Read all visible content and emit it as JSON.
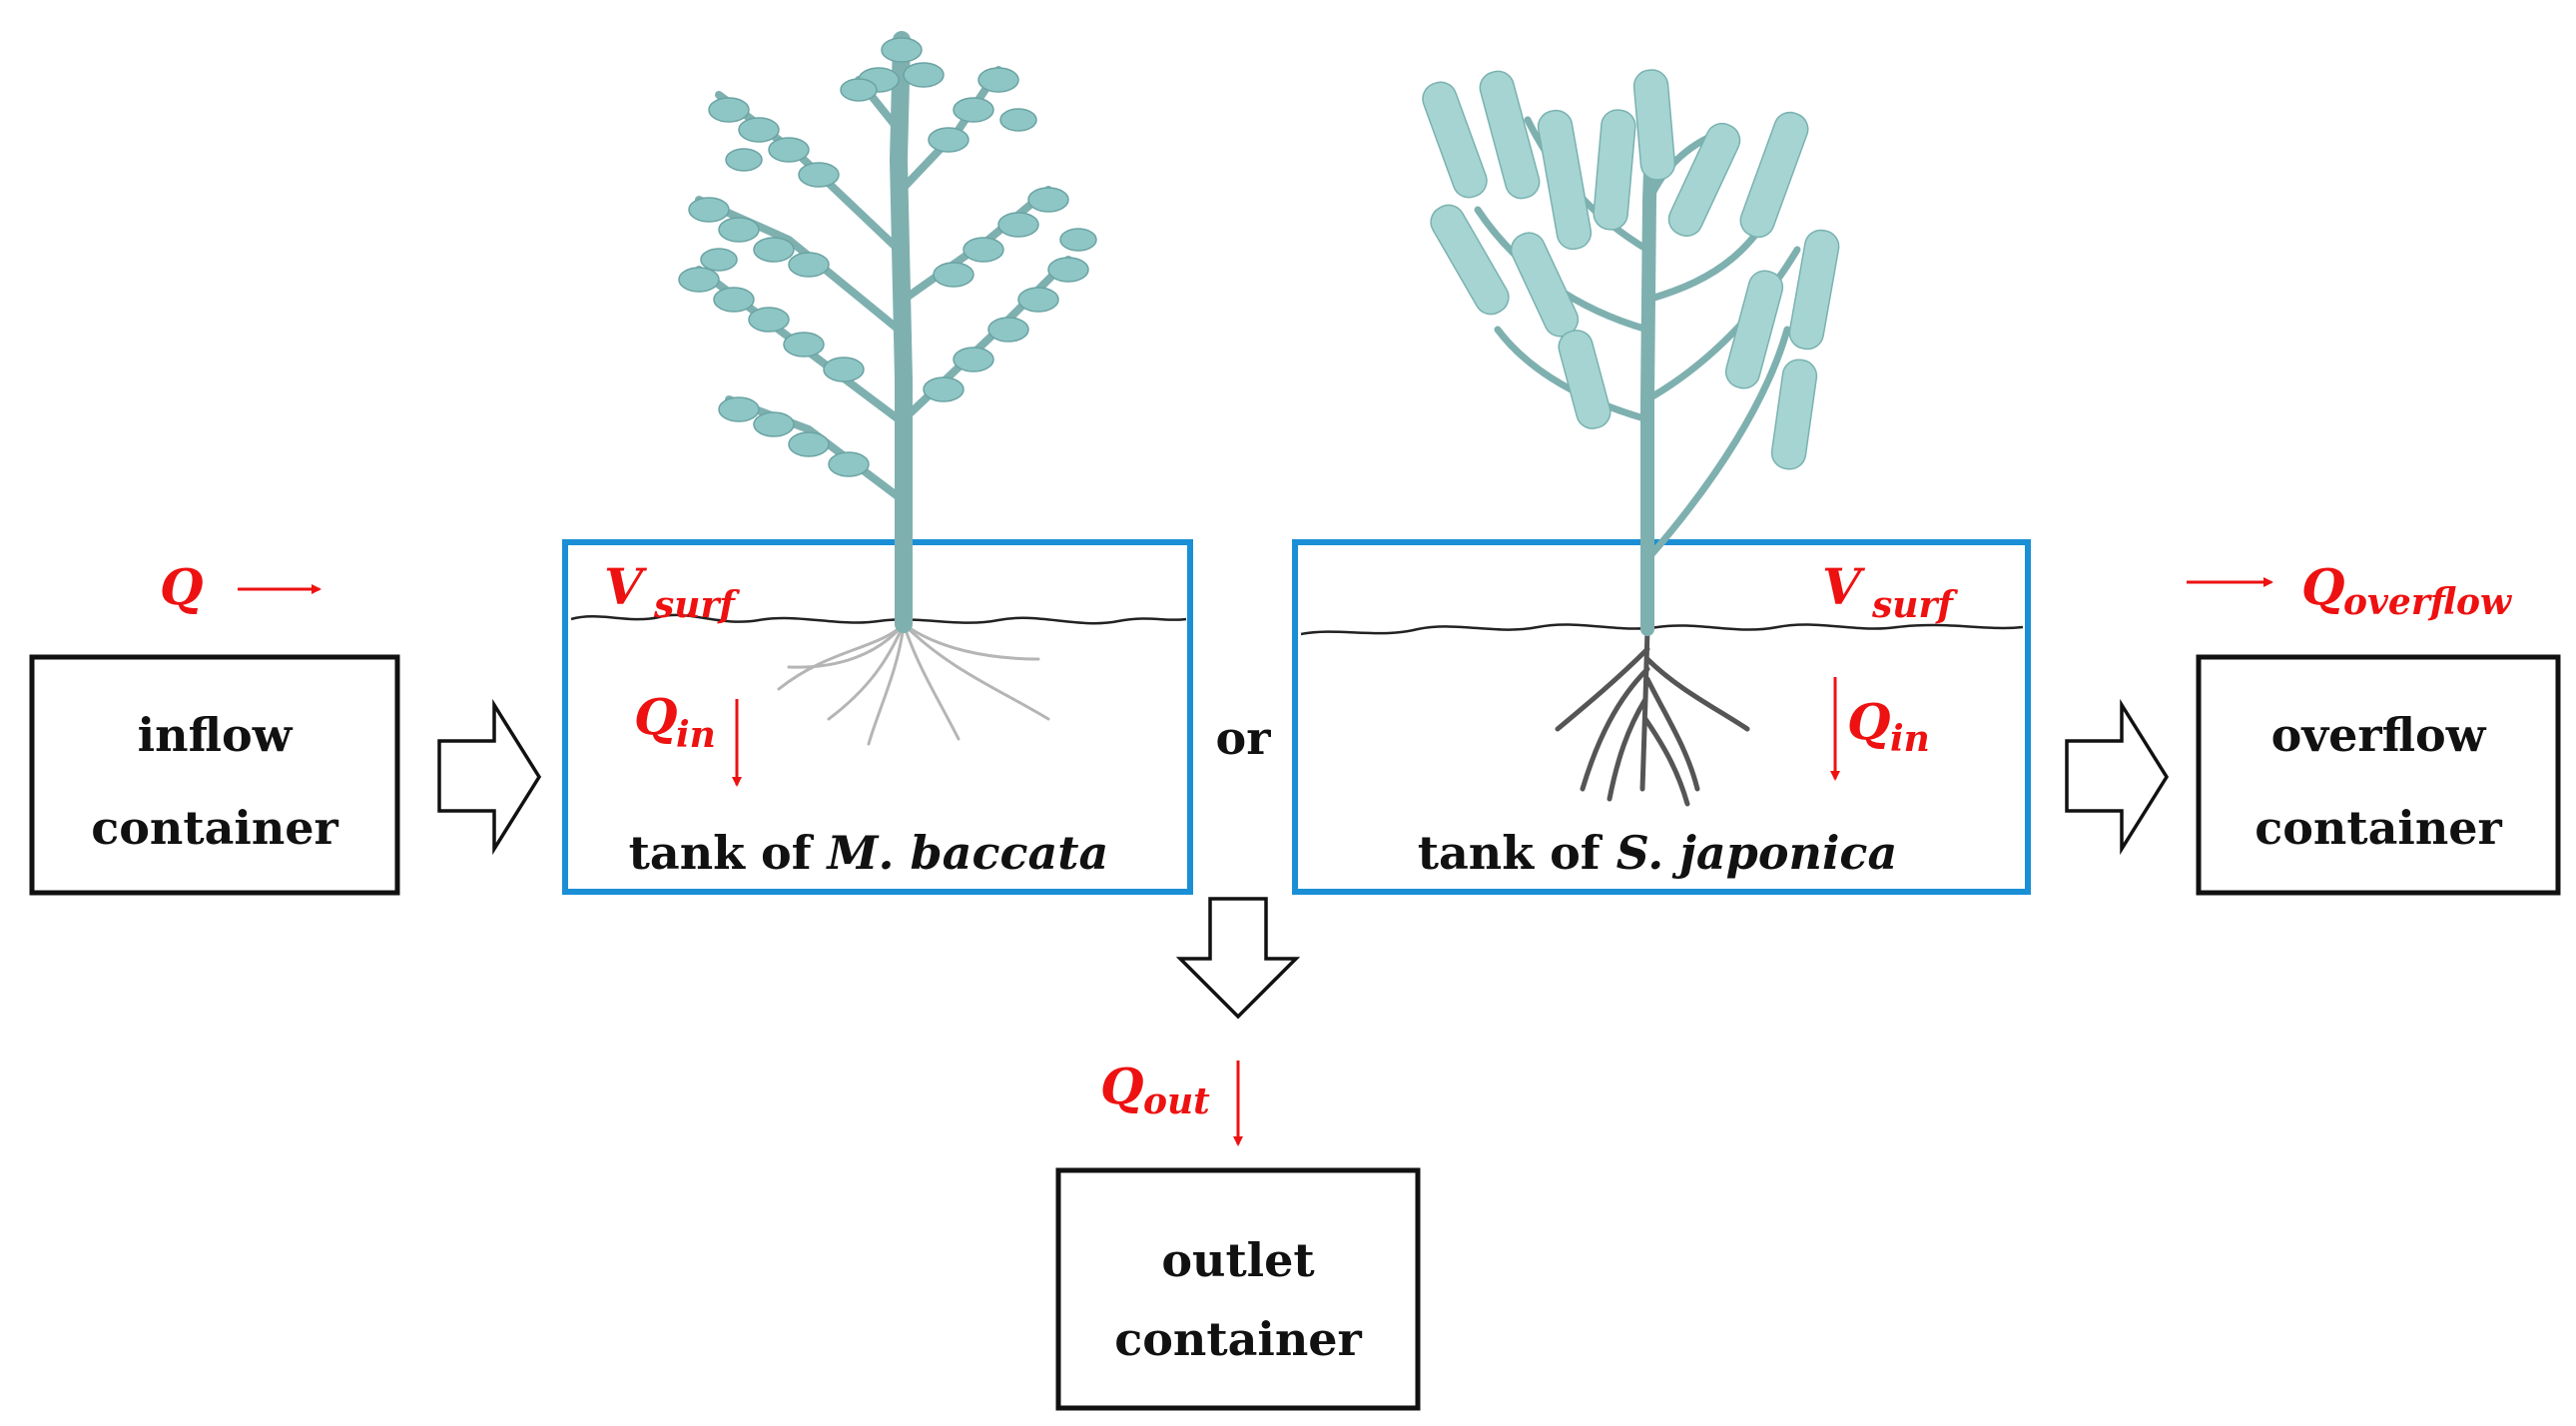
{
  "boxes": {
    "inflow": {
      "line1": "inflow",
      "line2": "container"
    },
    "overflow": {
      "line1": "overflow",
      "line2": "container"
    },
    "outlet": {
      "line1": "outlet",
      "line2": "container"
    }
  },
  "tanks": {
    "left": {
      "prefix": "tank of ",
      "species": "M. baccata"
    },
    "right": {
      "prefix": "tank of ",
      "species": "S. japonica"
    }
  },
  "connector": "or",
  "symbols": {
    "Q": "Q",
    "Qin_main": "Q",
    "Qin_sub": "in",
    "Vsurf_main": "V",
    "Vsurf_sub": "surf",
    "Qout_main": "Q",
    "Qout_sub": "out",
    "Qoverflow_main": "Q",
    "Qoverflow_sub": "overflow"
  },
  "colors": {
    "symbol": "#ee1111",
    "tank_border": "#1a8fd6",
    "plant": "#8ec5c5"
  }
}
